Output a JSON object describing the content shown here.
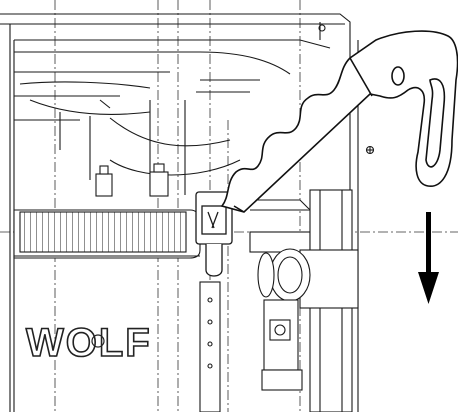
{
  "figure": {
    "brand_logo_text": "WOLF",
    "line_color": "#1a1a1a",
    "background_color": "#ffffff",
    "arrow_direction": "down",
    "arrow_color": "#000000",
    "components": [
      "boiler-housing",
      "heat-exchanger",
      "gas-valve",
      "pipe-clip",
      "release-tool",
      "brand-logo"
    ]
  }
}
